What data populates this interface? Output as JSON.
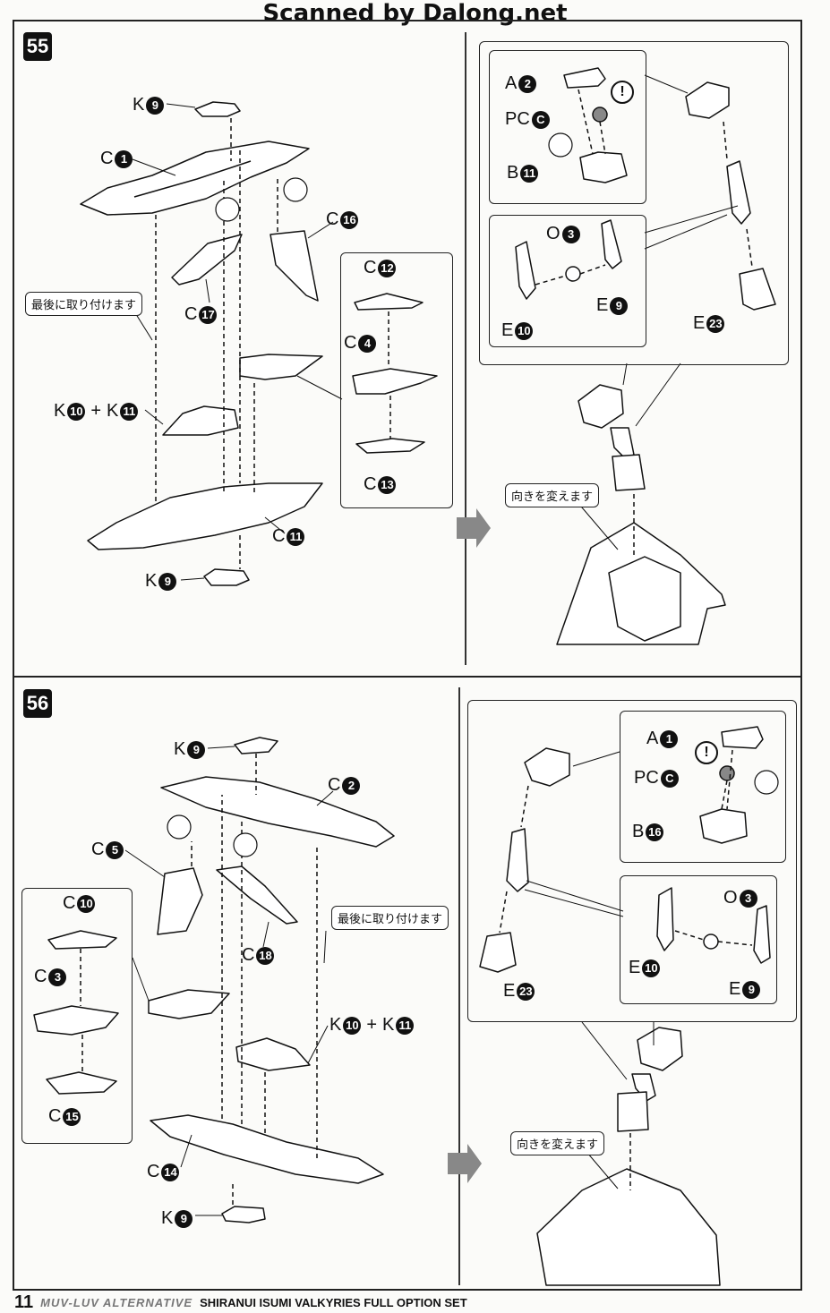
{
  "header": {
    "watermark": "Scanned by Dalong.net"
  },
  "steps": [
    {
      "number": "55",
      "note_last": "最後に取り付けます",
      "note_turn": "向きを変えます",
      "labels": [
        {
          "runner": "K",
          "num": "9"
        },
        {
          "runner": "C",
          "num": "1"
        },
        {
          "runner": "C",
          "num": "16"
        },
        {
          "runner": "C",
          "num": "17"
        },
        {
          "runner": "C",
          "num": "12"
        },
        {
          "runner": "C",
          "num": "4"
        },
        {
          "runner": "C",
          "num": "13"
        },
        {
          "runner": "K",
          "num": "10",
          "runner2": "K",
          "num2": "11"
        },
        {
          "runner": "C",
          "num": "11"
        },
        {
          "runner": "K",
          "num": "9"
        }
      ],
      "detail_labels": [
        {
          "runner": "A",
          "num": "2"
        },
        {
          "runner": "PC",
          "num": "C"
        },
        {
          "runner": "B",
          "num": "11"
        },
        {
          "runner": "O",
          "num": "3"
        },
        {
          "runner": "E",
          "num": "9"
        },
        {
          "runner": "E",
          "num": "10"
        },
        {
          "runner": "E",
          "num": "23"
        }
      ]
    },
    {
      "number": "56",
      "note_last": "最後に取り付けます",
      "note_turn": "向きを変えます",
      "labels": [
        {
          "runner": "K",
          "num": "9"
        },
        {
          "runner": "C",
          "num": "2"
        },
        {
          "runner": "C",
          "num": "5"
        },
        {
          "runner": "C",
          "num": "18"
        },
        {
          "runner": "C",
          "num": "10"
        },
        {
          "runner": "C",
          "num": "3"
        },
        {
          "runner": "C",
          "num": "15"
        },
        {
          "runner": "K",
          "num": "10",
          "runner2": "K",
          "num2": "11"
        },
        {
          "runner": "C",
          "num": "14"
        },
        {
          "runner": "K",
          "num": "9"
        }
      ],
      "detail_labels": [
        {
          "runner": "A",
          "num": "1"
        },
        {
          "runner": "PC",
          "num": "C"
        },
        {
          "runner": "B",
          "num": "16"
        },
        {
          "runner": "O",
          "num": "3"
        },
        {
          "runner": "E",
          "num": "10"
        },
        {
          "runner": "E",
          "num": "9"
        },
        {
          "runner": "E",
          "num": "23"
        }
      ]
    }
  ],
  "warning_symbol": "!",
  "footer": {
    "page": "11",
    "series": "MUV-LUV ALTERNATIVE",
    "title": "SHIRANUI ISUMI VALKYRIES FULL OPTION SET"
  }
}
